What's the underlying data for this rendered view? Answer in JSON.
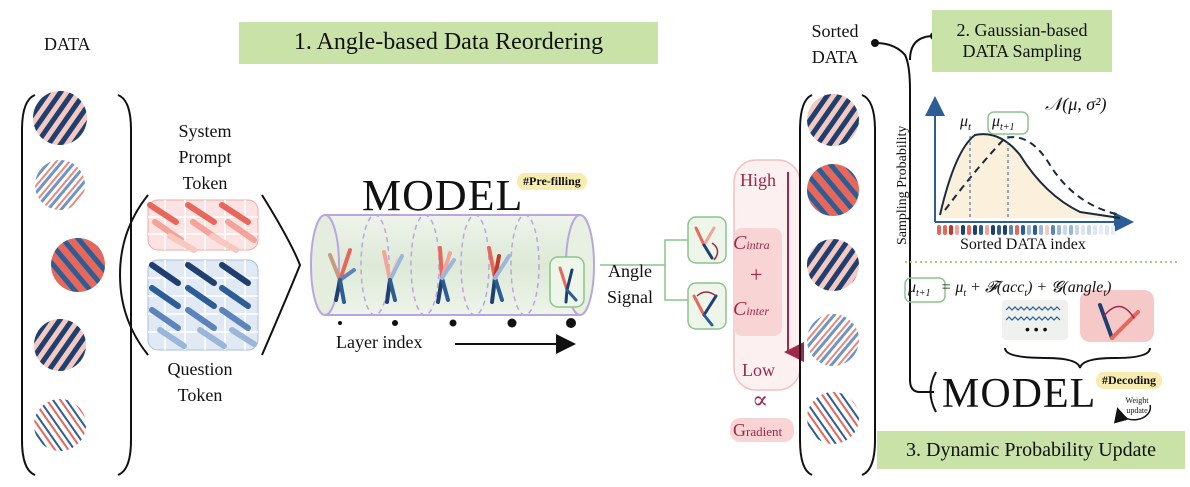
{
  "data_label": "DATA",
  "stage1": {
    "title": "1. Angle-based Data Reordering"
  },
  "stage2": {
    "title_line1": "2. Gaussian-based",
    "title_line2": "DATA Sampling"
  },
  "stage3": {
    "title": "3. Dynamic Probability Update"
  },
  "tokens": {
    "system_line1": "System",
    "system_line2": "Prompt",
    "system_line3": "Token",
    "question_line1": "Question",
    "question_line2": "Token"
  },
  "model": {
    "label": "MODEL",
    "badge": "#Pre-filling",
    "layer_index_label": "Layer index"
  },
  "angle_signal": {
    "line1": "Angle",
    "line2": "Signal"
  },
  "ranking": {
    "high": "High",
    "c_intra_main": "C",
    "c_intra_sub": "intra",
    "plus": "+",
    "c_inter_main": "C",
    "c_inter_sub": "inter",
    "low": "Low",
    "propto": "∝",
    "gradient_main": "G",
    "gradient_sub": "radient"
  },
  "sorted": {
    "line1": "Sorted",
    "line2": "DATA"
  },
  "chart": {
    "ylabel": "Sampling Probability",
    "xlabel": "Sorted DATA index",
    "mu_t": "μ",
    "mu_t_sub": "t",
    "mu_t1": "μ",
    "mu_t1_sub": "t+1",
    "normal_label": "𝒩(μ, σ²)"
  },
  "formula": {
    "lhs": "μ",
    "lhs_sub": "t+1",
    "rest": "= μ",
    "rest_sub": "t",
    "plus_f": "+ 𝓕(acc",
    "acc_sub": "t",
    "plus_g": ") + 𝓖(angle",
    "angle_sub": "t",
    "close": ")"
  },
  "decoding": {
    "model_label": "MODEL",
    "badge": "#Decoding",
    "weight_update_line1": "Weight",
    "weight_update_line2": "update"
  },
  "colors": {
    "stage_green": "#c9e2a8",
    "navy": "#1f3f6e",
    "salmon": "#e8675a",
    "pink_panel": "#fbe3e3",
    "maroon": "#a0284a",
    "gaussian_fill": "#fbf0dc"
  },
  "chart_data": {
    "type": "line",
    "xlabel": "Sorted DATA index",
    "ylabel": "Sampling Probability",
    "series": [
      {
        "name": "μt",
        "style": "solid"
      },
      {
        "name": "μt+1",
        "style": "dashed"
      }
    ]
  }
}
